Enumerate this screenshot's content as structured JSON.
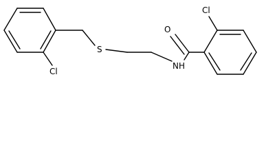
{
  "structure": {
    "atoms": {
      "cl_left": "Cl",
      "sulfur": "S",
      "amide_oxygen": "O",
      "amide_nh": "NH",
      "cl_right": "Cl"
    }
  }
}
